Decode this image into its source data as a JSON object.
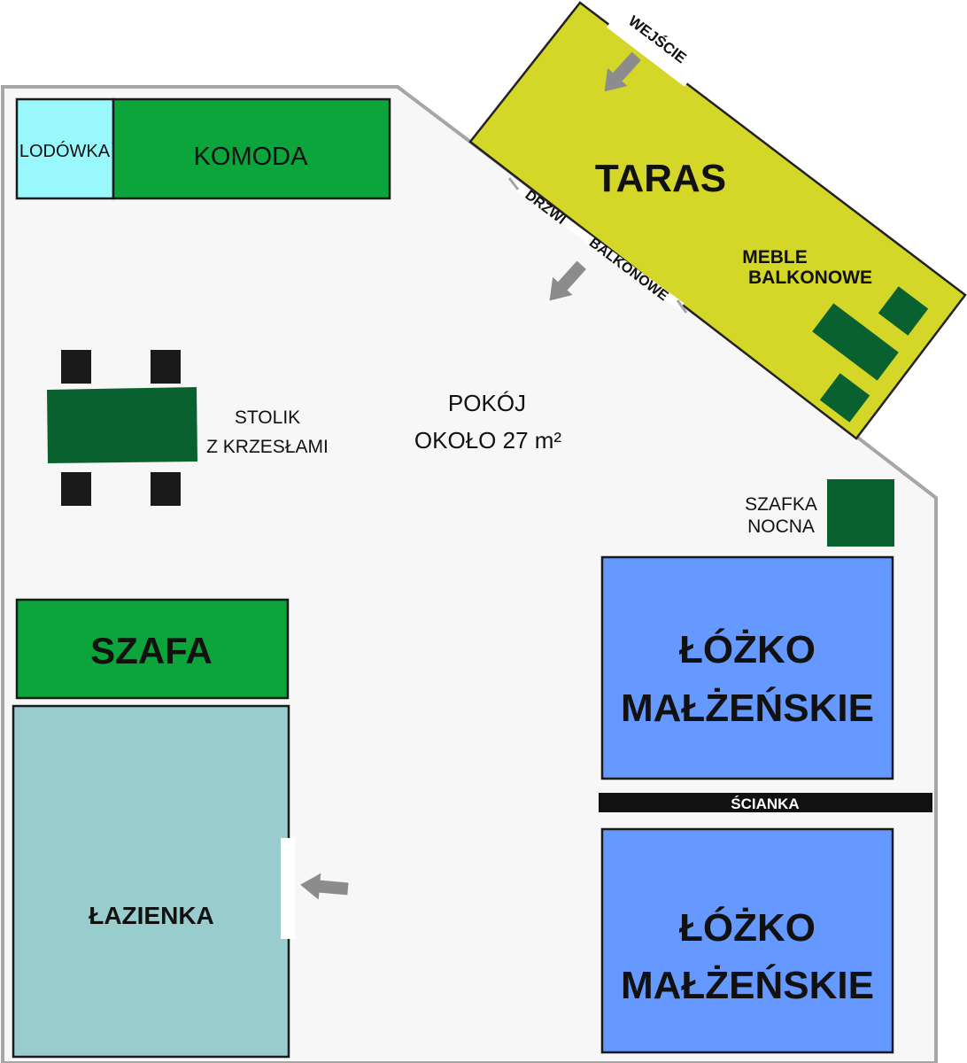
{
  "colors": {
    "room_fill": "#f7f7f7",
    "room_stroke": "#a6a6a6",
    "fridge": "#99f8fb",
    "furniture_green": "#0ba53b",
    "dark_green": "#08612f",
    "terrace": "#d4d628",
    "bed_blue": "#6699ff",
    "bathroom": "#99cccc",
    "chair": "#1a1a1a",
    "arrow": "#8c8c8c"
  },
  "labels": {
    "fridge": "LODÓWKA",
    "dresser": "KOMODA",
    "terrace": "TARAS",
    "entrance": "WEJŚCIE",
    "balcony_door_1": "DRZWI",
    "balcony_door_2": "BALKONOWE",
    "balcony_furniture_1": "MEBLE",
    "balcony_furniture_2": "BALKONOWE",
    "table_1": "STOLIK",
    "table_2": "Z KRZESŁAMI",
    "room_1": "POKÓJ",
    "room_2": "OKOŁO 27 m²",
    "nightstand_1": "SZAFKA",
    "nightstand_2": "NOCNA",
    "wardrobe": "SZAFA",
    "bed1_line1": "ŁÓŻKO",
    "bed1_line2": "MAŁŻEŃSKIE",
    "partition": "ŚCIANKA",
    "bed2_line1": "ŁÓŻKO",
    "bed2_line2": "MAŁŻEŃSKIE",
    "bathroom": "ŁAZIENKA"
  }
}
